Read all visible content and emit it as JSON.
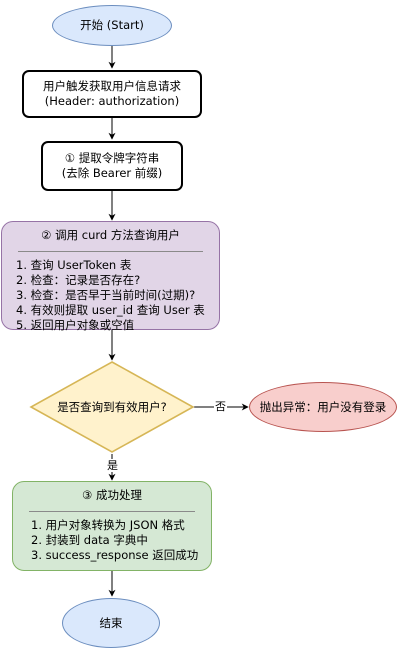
{
  "nodes": {
    "start": "开始 (Start)",
    "request": [
      "用户触发获取用户信息请求",
      "(Header: authorization)"
    ],
    "extract": [
      "① 提取令牌字符串",
      "(去除 Bearer 前缀)"
    ],
    "query": {
      "title": "② 调用 curd 方法查询用户",
      "steps": [
        "1. 查询 UserToken 表",
        "2. 检查：记录是否存在?",
        "3. 检查：是否早于当前时间(过期)?",
        "4. 有效则提取 user_id 查询 User 表",
        "5. 返回用户对象或空值"
      ]
    },
    "decision": "是否查询到有效用户?",
    "error": "抛出异常：用户没有登录",
    "success": {
      "title": "③ 成功处理",
      "steps": [
        "1. 用户对象转换为 JSON 格式",
        "2. 封装到 data 字典中",
        "3. success_response 返回成功"
      ]
    },
    "end": "结束"
  },
  "edges": {
    "no_label": "否",
    "yes_label": "是"
  },
  "colors": {
    "blue_fill": "#dae8fc",
    "blue_stroke": "#6c8ebf",
    "purple_fill": "#e1d5e7",
    "purple_stroke": "#9673a6",
    "yellow_fill": "#fff2cc",
    "yellow_stroke": "#d6b656",
    "green_fill": "#d5e8d4",
    "green_stroke": "#82b366",
    "red_fill": "#f8cecc",
    "red_stroke": "#b85450"
  }
}
